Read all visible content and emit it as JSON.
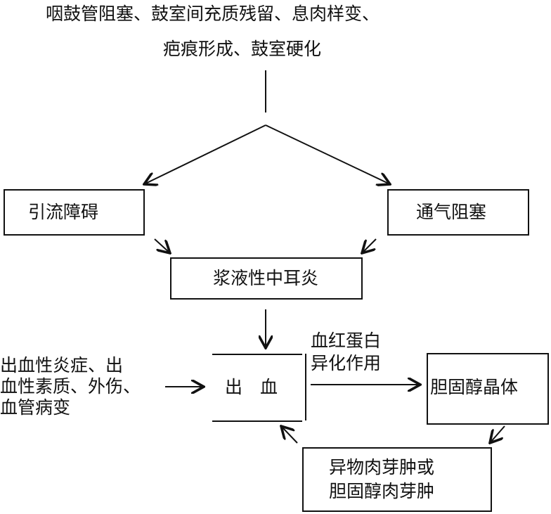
{
  "causes": {
    "line1": "咽鼓管阻塞、鼓室间充质残留、息肉样变、",
    "line2": "疤痕形成、鼓室硬化"
  },
  "nodes": {
    "drainage": "引流障碍",
    "ventilation": "通气阻塞",
    "serous_otitis": "浆液性中耳炎",
    "hemorrhage": "出　血",
    "cholesterol_crystal": "胆固醇晶体",
    "granuloma_line1": "异物肉芽肿或",
    "granuloma_line2": "胆固醇肉芽肿"
  },
  "hemorrhage_causes": {
    "line1": "出血性炎症、出",
    "line2": "血性素质、外伤、",
    "line3": "血管病变"
  },
  "edge_label": {
    "line1": "血红蛋白",
    "line2": "异化作用"
  }
}
